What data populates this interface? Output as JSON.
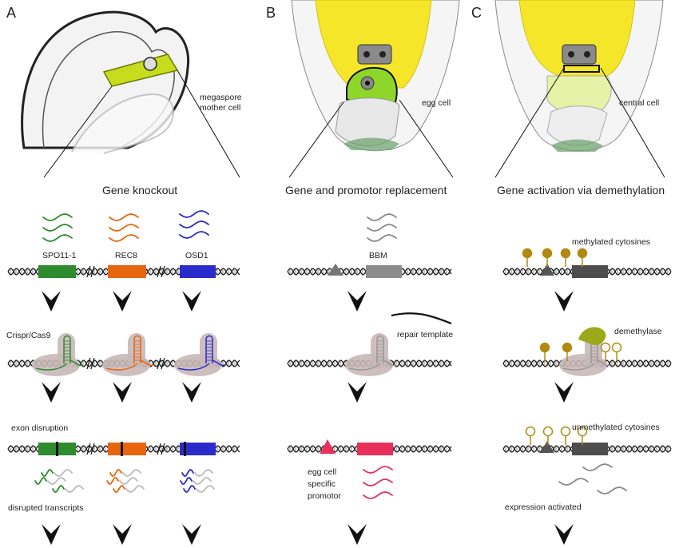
{
  "panels": {
    "a": {
      "letter": "A",
      "title": "Gene knockout"
    },
    "b": {
      "letter": "B",
      "title": "Gene and promotor replacement"
    },
    "c": {
      "letter": "C",
      "title": "Gene activation via demethylation"
    }
  },
  "cells": {
    "megaspore": "megaspore\nmother cell",
    "egg": "egg cell",
    "central": "central cell"
  },
  "genes": {
    "spo": "SPO11-1",
    "rec": "REC8",
    "osd": "OSD1",
    "bbm": "BBM"
  },
  "annotations": {
    "crispr": "Crispr/Cas9",
    "repair": "repair template",
    "methylated": "methylated cytosines",
    "demethylase": "demethylase",
    "exon_disruption": "exon disruption",
    "unmethylated": "unmethylated cytosines",
    "disrupted": "disrupted transcripts",
    "egg_promotor": "egg cell\nspecific\npromotor",
    "expression": "expression activated"
  },
  "colors": {
    "green": "#2e8b2e",
    "orange": "#e8650f",
    "blue": "#2b2bcc",
    "grey_gene": "#8c8c8c",
    "dark_gene": "#4d4d4d",
    "pink": "#e8305a",
    "methyl": "#b08a10",
    "yellow": "#f5e62a",
    "lime": "#8fd62a",
    "cas9": "#c9b8b8"
  }
}
